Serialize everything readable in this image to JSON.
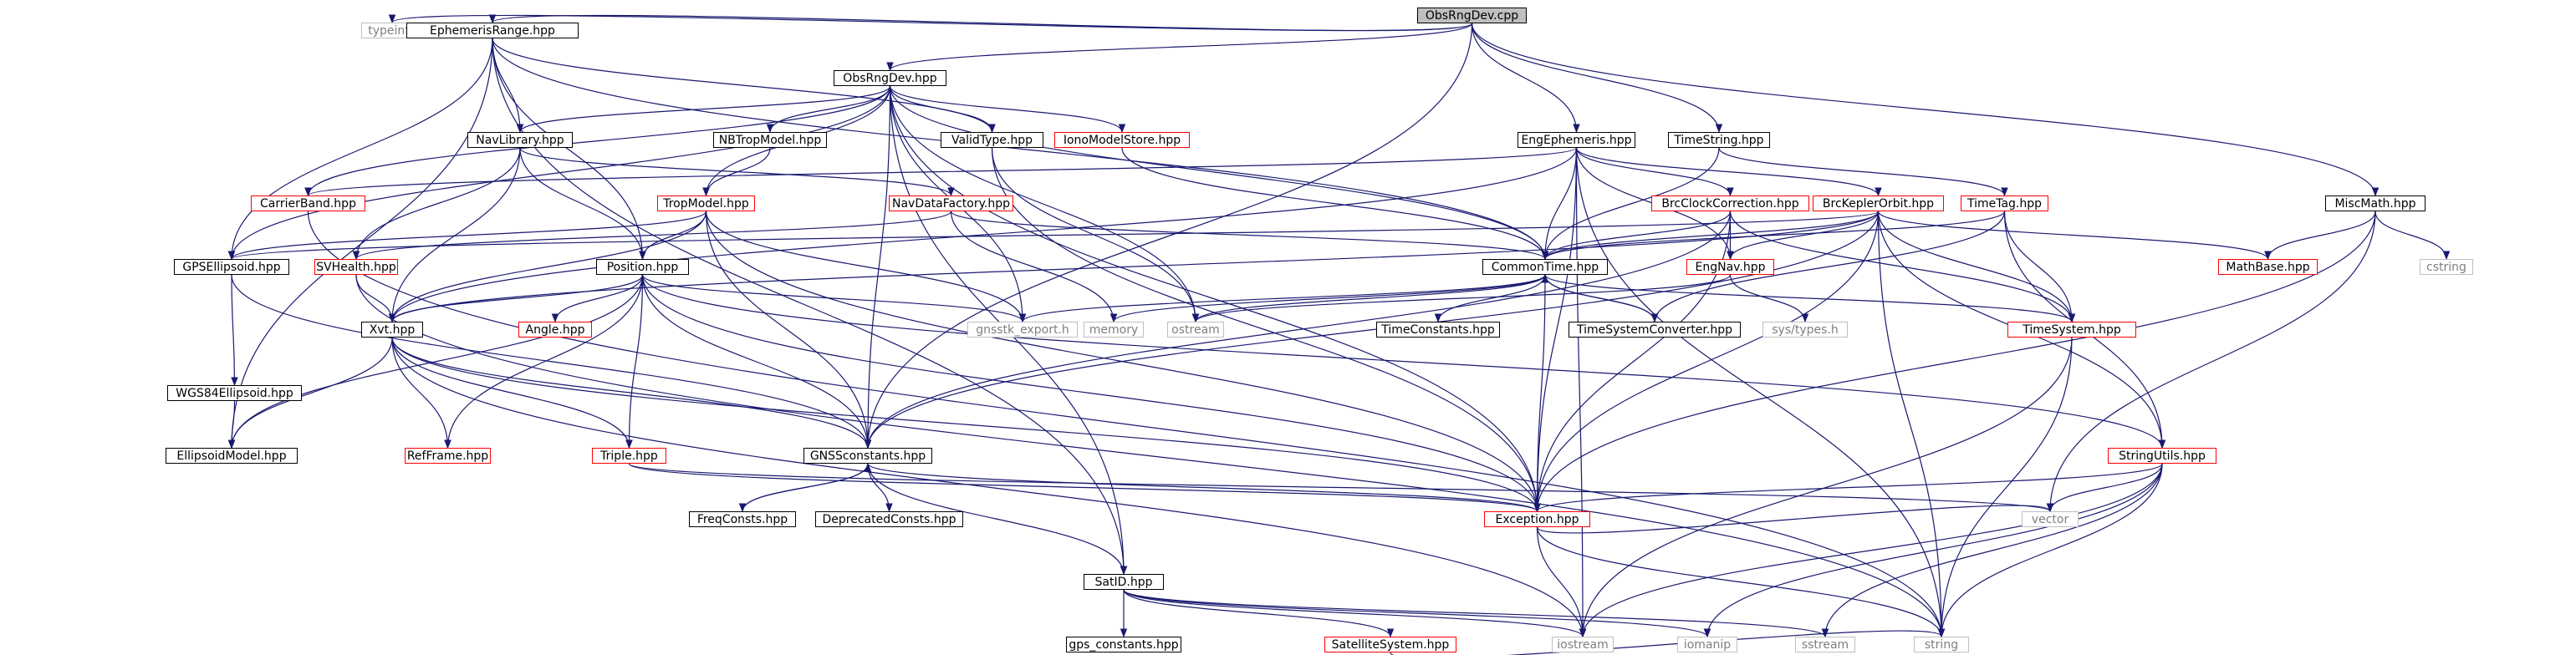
{
  "nodes": {
    "obsrngdev_cpp": "ObsRngDev.cpp",
    "typeinfo": "typeinfo",
    "ephemerisrange": "EphemerisRange.hpp",
    "obsrngdev_hpp": "ObsRngDev.hpp",
    "engephemeris": "EngEphemeris.hpp",
    "timestring": "TimeString.hpp",
    "miscmath": "MiscMath.hpp",
    "navlibrary": "NavLibrary.hpp",
    "nbtropmodel": "NBTropModel.hpp",
    "validtype": "ValidType.hpp",
    "ionomodelstore": "IonoModelStore.hpp",
    "carrierband": "CarrierBand.hpp",
    "tropmodel": "TropModel.hpp",
    "navdatafactory": "NavDataFactory.hpp",
    "brcclockcorrection": "BrcClockCorrection.hpp",
    "brckeplerorbit": "BrcKeplerOrbit.hpp",
    "timetag": "TimeTag.hpp",
    "mathbase": "MathBase.hpp",
    "cstring": "cstring",
    "gpsellipsoid": "GPSEllipsoid.hpp",
    "svhealth": "SVHealth.hpp",
    "position": "Position.hpp",
    "commontime": "CommonTime.hpp",
    "engnav": "EngNav.hpp",
    "xvt": "Xvt.hpp",
    "angle": "Angle.hpp",
    "gnsstk_export": "gnsstk_export.h",
    "memory": "memory",
    "ostream": "ostream",
    "timeconstants": "TimeConstants.hpp",
    "timesystemconverter": "TimeSystemConverter.hpp",
    "systypes": "sys/types.h",
    "timesystem": "TimeSystem.hpp",
    "wgs84ellipsoid": "WGS84Ellipsoid.hpp",
    "ellipsoidmodel": "EllipsoidModel.hpp",
    "refframe": "RefFrame.hpp",
    "triple": "Triple.hpp",
    "gnssconstants": "GNSSconstants.hpp",
    "stringutils": "StringUtils.hpp",
    "freqconsts": "FreqConsts.hpp",
    "deprecatedconsts": "DeprecatedConsts.hpp",
    "exception": "Exception.hpp",
    "vector": "vector",
    "satid": "SatID.hpp",
    "gps_constants": "gps_constants.hpp",
    "satellitesystem": "SatelliteSystem.hpp",
    "iostream": "iostream",
    "iomanip": "iomanip",
    "sstream": "sstream",
    "string": "string"
  },
  "colors": {
    "edge": "#191970",
    "documented_border": "#000000",
    "undocumented_border": "#ff0000",
    "external_border": "#bfbfbf",
    "external_text": "#7f7f7f",
    "root_fill": "#bfbfbf"
  }
}
